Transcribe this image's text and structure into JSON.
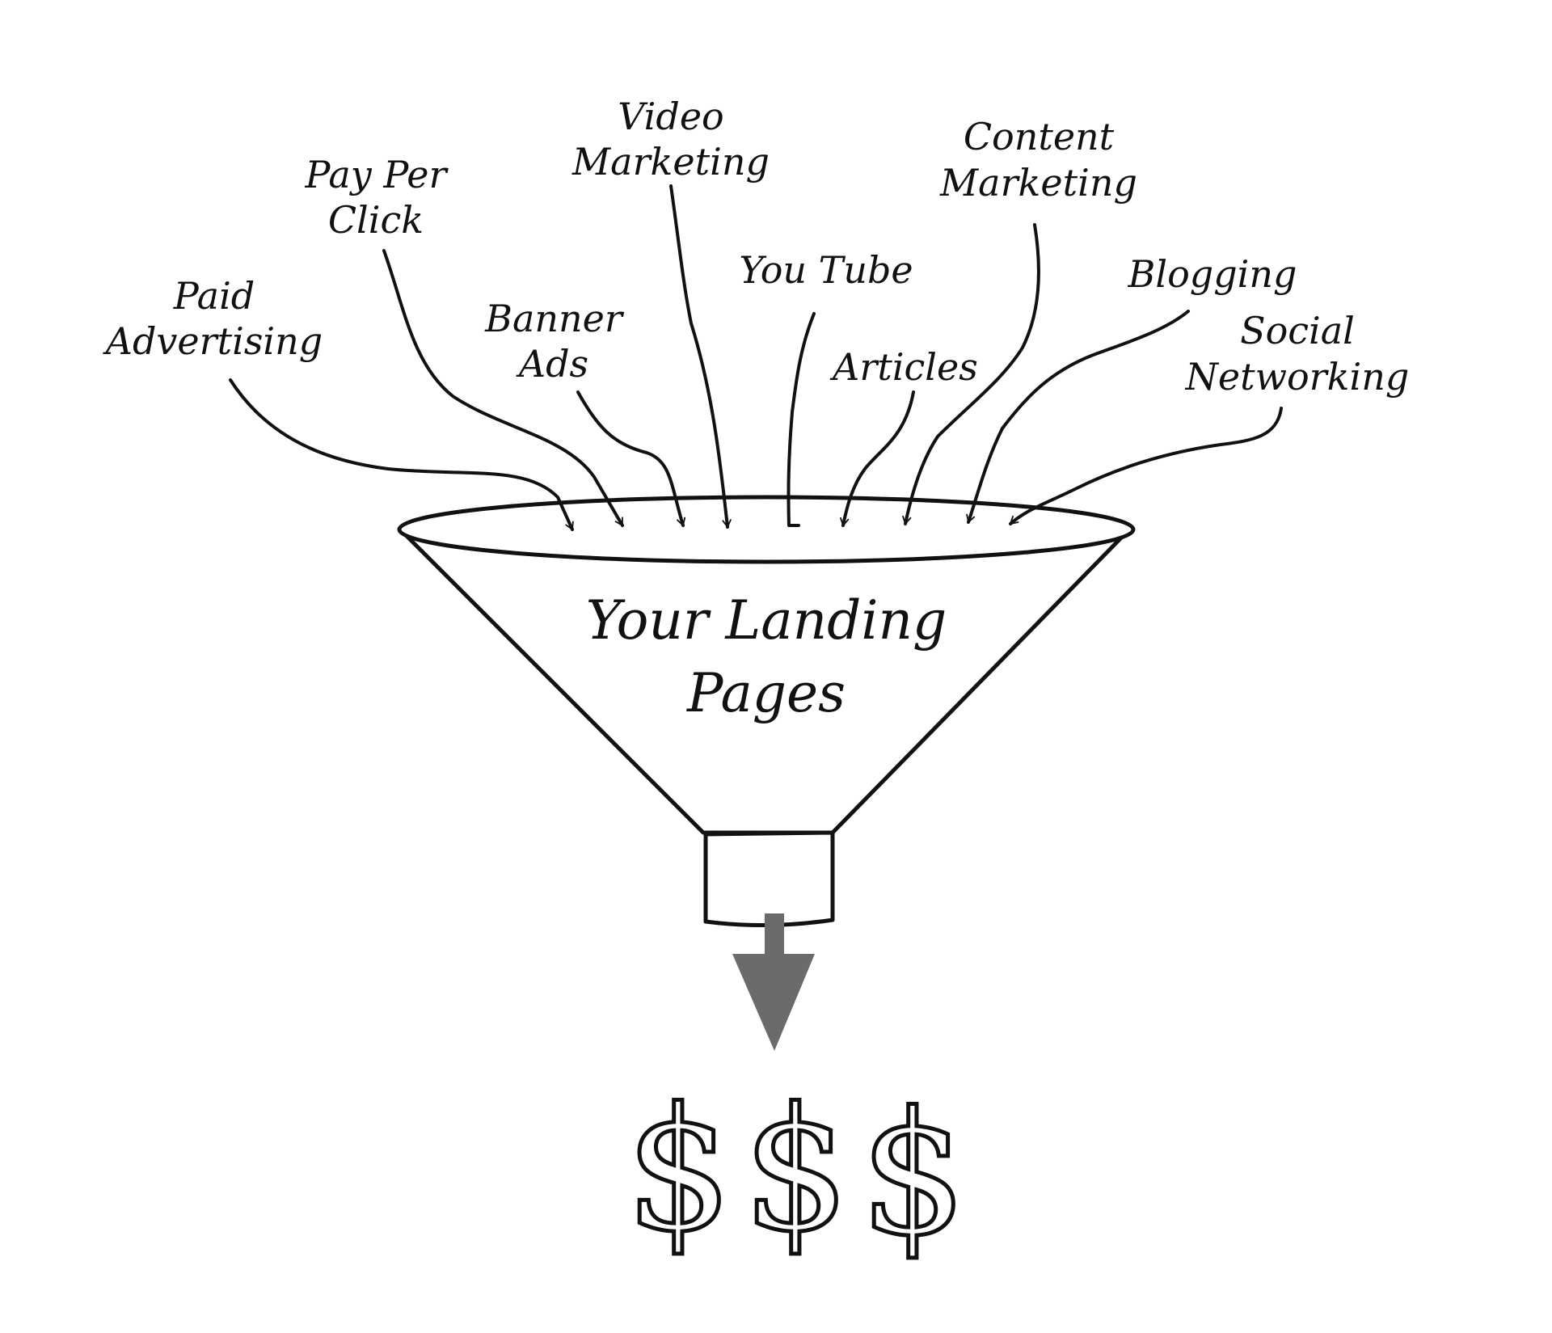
{
  "funnel_label": [
    "Your Landing",
    "Pages"
  ],
  "sources": [
    {
      "lines": [
        "Paid",
        "Advertising"
      ]
    },
    {
      "lines": [
        "Pay Per",
        "Click"
      ]
    },
    {
      "lines": [
        "Banner",
        "Ads"
      ]
    },
    {
      "lines": [
        "Video",
        "Marketing"
      ]
    },
    {
      "lines": [
        "You Tube"
      ]
    },
    {
      "lines": [
        "Articles"
      ]
    },
    {
      "lines": [
        "Content",
        "Marketing"
      ]
    },
    {
      "lines": [
        "Blogging"
      ]
    },
    {
      "lines": [
        "Social",
        "Networking"
      ]
    }
  ],
  "outcome": [
    "$",
    "$",
    "$"
  ],
  "colors": {
    "ink": "#111111",
    "arrow": "#6b6b6b",
    "background": "#ffffff"
  }
}
